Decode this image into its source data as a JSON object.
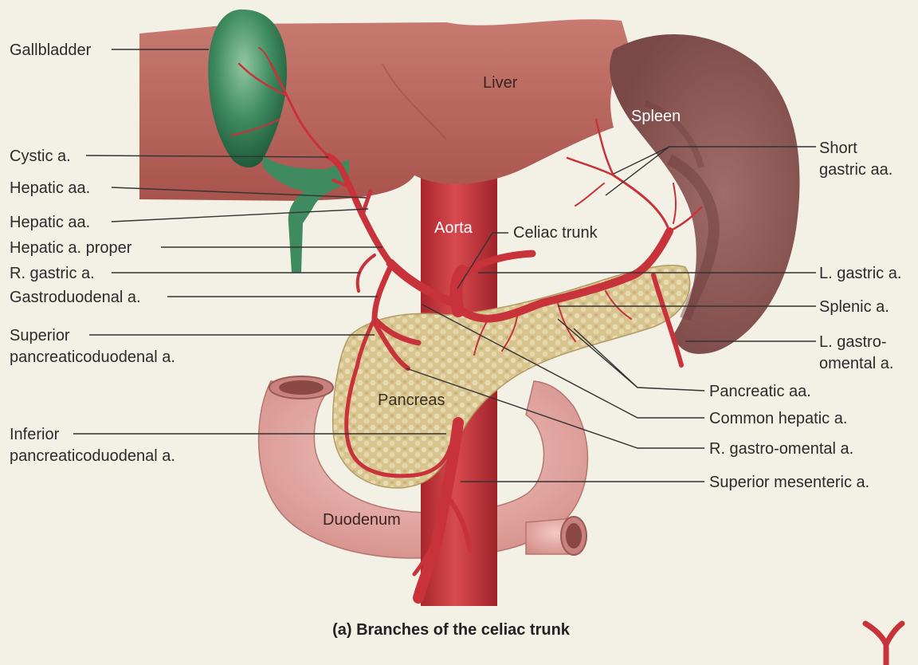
{
  "figure": {
    "caption": "(a) Branches of the celiac trunk"
  },
  "organs": {
    "liver": "Liver",
    "spleen": "Spleen",
    "aorta": "Aorta",
    "pancreas": "Pancreas",
    "duodenum": "Duodenum"
  },
  "labels_left": {
    "gallbladder": "Gallbladder",
    "cystic": "Cystic a.",
    "hepatic1": "Hepatic aa.",
    "hepatic2": "Hepatic aa.",
    "hepatic_proper": "Hepatic a. proper",
    "r_gastric": "R. gastric a.",
    "gastroduodenal": "Gastroduodenal a.",
    "superior_pd_1": "Superior",
    "superior_pd_2": "pancreaticoduodenal a.",
    "inferior_pd_1": "Inferior",
    "inferior_pd_2": "pancreaticoduodenal a."
  },
  "labels_right": {
    "short_gastric_1": "Short",
    "short_gastric_2": "gastric aa.",
    "celiac_trunk": "Celiac trunk",
    "l_gastric": "L. gastric a.",
    "splenic": "Splenic a.",
    "l_gastro_1": "L. gastro-",
    "l_gastro_2": "omental a.",
    "pancreatic": "Pancreatic aa.",
    "common_hepatic": "Common hepatic a.",
    "r_gastro_omental": "R. gastro-omental a.",
    "superior_mesenteric": "Superior mesenteric a."
  },
  "colors": {
    "background": "#f3f0e6",
    "liver": "#b8625a",
    "spleen": "#8e5a58",
    "gallbladder": "#3f8a5f",
    "artery": "#c8323a",
    "pancreas": "#dcc89a",
    "duodenum": "#e6a8a4"
  }
}
